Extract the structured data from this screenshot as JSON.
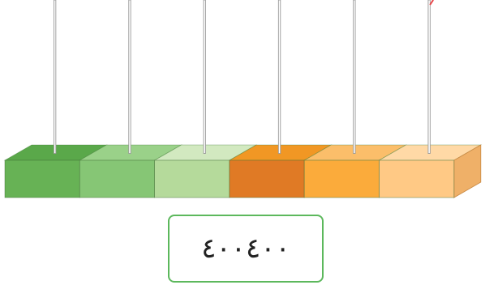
{
  "abacus": {
    "rods": [
      {
        "name": "rod-1",
        "marker": false
      },
      {
        "name": "rod-2",
        "marker": false
      },
      {
        "name": "rod-3",
        "marker": false
      },
      {
        "name": "rod-4",
        "marker": false
      },
      {
        "name": "rod-5",
        "marker": false
      },
      {
        "name": "rod-6",
        "marker": true
      }
    ],
    "blocks": [
      {
        "front": "#67b255",
        "top": "#5aa84a"
      },
      {
        "front": "#86c675",
        "top": "#9ad189"
      },
      {
        "front": "#b5da9b",
        "top": "#d2e9c0"
      },
      {
        "front": "#e07a25",
        "top": "#f19724"
      },
      {
        "front": "#fbab3b",
        "top": "#fbbe6a"
      },
      {
        "front": "#ffc985",
        "top": "#ffd9a6"
      }
    ],
    "side_color": "#efb068",
    "rod_color": "#9a9a9a",
    "marker_color": "#e8474a"
  },
  "number_card": {
    "value": "٤٠٠٤٠٠",
    "border_color": "#5cb85c"
  }
}
